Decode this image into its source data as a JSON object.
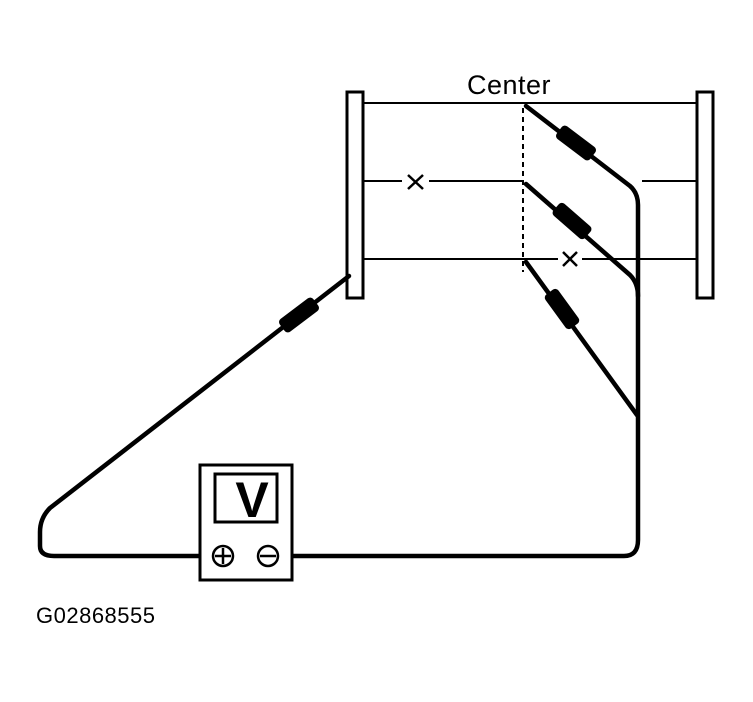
{
  "diagram": {
    "center_label": "Center",
    "meter_label": "V",
    "positive_symbol": "+",
    "negative_symbol": "−",
    "figure_id": "G02868555",
    "line_color": "#000000",
    "background_color": "#ffffff"
  }
}
